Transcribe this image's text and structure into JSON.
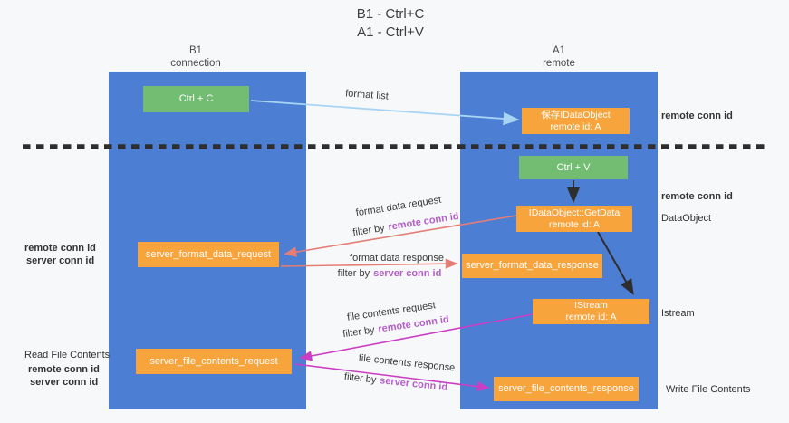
{
  "title": {
    "line1": "B1 - Ctrl+C",
    "line2": "A1 - Ctrl+V"
  },
  "columns": {
    "left": {
      "name": "B1",
      "role": "connection"
    },
    "right": {
      "name": "A1",
      "role": "remote"
    }
  },
  "nodes": {
    "ctrl_c": {
      "label": "Ctrl + C"
    },
    "ctrl_v": {
      "label": "Ctrl + V"
    },
    "save_idataobject": {
      "line1": "保存IDataObject",
      "line2": "remote id: A"
    },
    "getdata": {
      "line1": "IDataObject::GetData",
      "line2": "remote id: A"
    },
    "istream": {
      "line1": "IStream",
      "line2": "remote id: A"
    },
    "server_format_data_request": {
      "label": "server_format_data_request"
    },
    "server_format_data_response": {
      "label": "server_format_data_response"
    },
    "server_file_contents_request": {
      "label": "server_file_contents_request"
    },
    "server_file_contents_response": {
      "label": "server_file_contents_response"
    }
  },
  "flow_labels": {
    "format_list": "format list",
    "format_data_request": "format data request",
    "format_data_response": "format data response",
    "file_contents_request": "file contents request",
    "file_contents_response": "file contents response",
    "filter_by": "filter by",
    "remote_conn_id": "remote conn id",
    "server_conn_id": "server conn id"
  },
  "annotations": {
    "right": {
      "remote_conn_id_1": "remote conn id",
      "remote_conn_id_2": "remote conn id",
      "data_object": "DataObject",
      "istream": "Istream",
      "write_file_contents": "Write File Contents"
    },
    "left": {
      "remote_conn_id_1": "remote conn id",
      "server_conn_id_1": "server conn id",
      "read_file_contents": "Read File Contents",
      "remote_conn_id_2": "remote conn id",
      "server_conn_id_2": "server conn id"
    }
  },
  "colors": {
    "column_blue": "#4c7ed3",
    "box_green": "#72bd71",
    "box_orange": "#f8a43c",
    "purple_text": "#b35fc8",
    "green_text": "#5fbb63",
    "salmon_arrow": "#e57d75",
    "magenta_arrow": "#cb3ec4",
    "light_blue_arrow": "#a9d5f5",
    "black_arrow": "#2e2e2e"
  }
}
